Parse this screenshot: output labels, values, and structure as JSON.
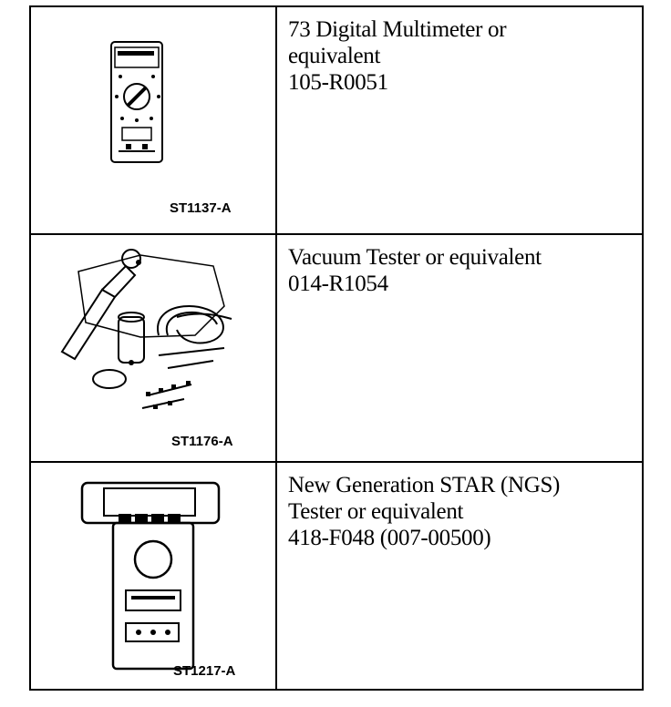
{
  "tools": [
    {
      "illustration": "multimeter-icon",
      "code": "ST1137-A",
      "lines": [
        "73 Digital Multimeter or",
        "equivalent",
        "105-R0051"
      ]
    },
    {
      "illustration": "vacuum-tester-icon",
      "code": "ST1176-A",
      "lines": [
        "Vacuum Tester or equivalent",
        "014-R1054"
      ]
    },
    {
      "illustration": "ngs-tester-icon",
      "code": "ST1217-A",
      "lines": [
        "New Generation STAR (NGS)",
        "Tester or equivalent",
        "418-F048 (007-00500)"
      ]
    }
  ]
}
